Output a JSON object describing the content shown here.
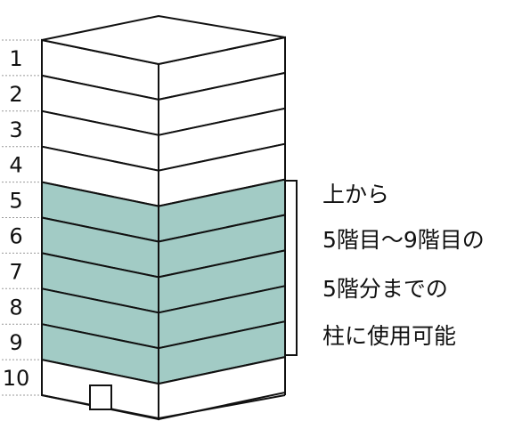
{
  "floors": [
    {
      "label": "1",
      "highlighted": false
    },
    {
      "label": "2",
      "highlighted": false
    },
    {
      "label": "3",
      "highlighted": false
    },
    {
      "label": "4",
      "highlighted": false
    },
    {
      "label": "5",
      "highlighted": true
    },
    {
      "label": "6",
      "highlighted": true
    },
    {
      "label": "7",
      "highlighted": true
    },
    {
      "label": "8",
      "highlighted": true
    },
    {
      "label": "9",
      "highlighted": true
    },
    {
      "label": "10",
      "highlighted": false
    }
  ],
  "note": {
    "lines": [
      "上から",
      "5階目〜9階目の",
      "5階分までの",
      "柱に使用可能"
    ]
  },
  "colors": {
    "highlight": "#a2cbc5",
    "outline": "#111111",
    "background": "#ffffff",
    "guide": "#999999"
  }
}
